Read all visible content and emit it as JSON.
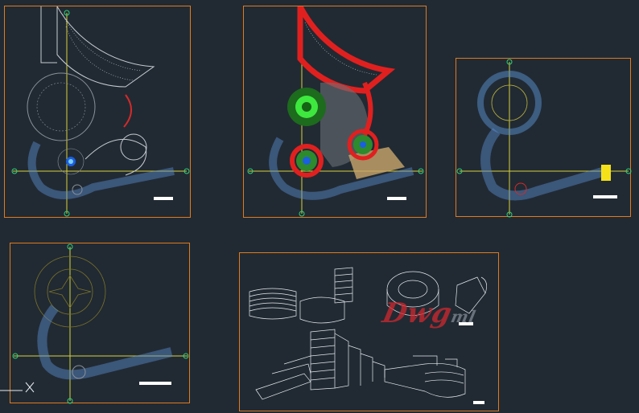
{
  "viewport": {
    "background": "#212a33",
    "sheet_border": "#e07a1e",
    "crosshair": "#d9d13a",
    "marker": "#2ed27a"
  },
  "sheets": [
    {
      "name": "site-plan-outline",
      "title": ""
    },
    {
      "name": "site-plan-colored",
      "title": ""
    },
    {
      "name": "upper-floor-plan",
      "title": ""
    },
    {
      "name": "ground-floor-plan",
      "title": ""
    },
    {
      "name": "3d-axonometric-views",
      "title": ""
    }
  ],
  "watermark": {
    "text": "Dwg",
    "tail": "ml"
  },
  "icons": {
    "ucs": "ucs-axis-icon",
    "axis-marker": "axis-bubble-icon"
  }
}
